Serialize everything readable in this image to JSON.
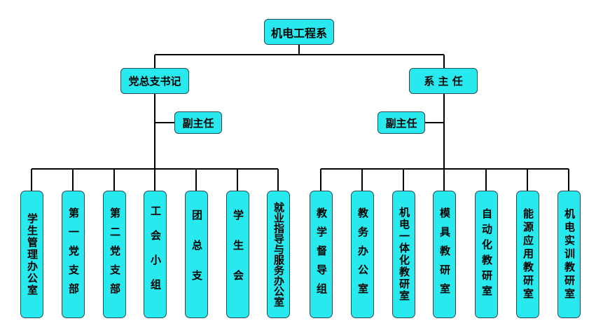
{
  "root": {
    "label": "机电工程系"
  },
  "left": {
    "head": {
      "label": "党总支书记"
    },
    "deputy": {
      "label": "副主任"
    },
    "units": [
      "学生管理办公室",
      "第一党支部",
      "第二党支部",
      "工会小组",
      "团总支",
      "学生会",
      "就业指导与服务办公室"
    ]
  },
  "right": {
    "head": {
      "label": "系 主 任"
    },
    "deputy": {
      "label": "副主任"
    },
    "units": [
      "教学督导组",
      "教务办公室",
      "机电一体化教研室",
      "模具教研室",
      "自动化教研室",
      "能源应用教研室",
      "机电实训教研室"
    ]
  }
}
